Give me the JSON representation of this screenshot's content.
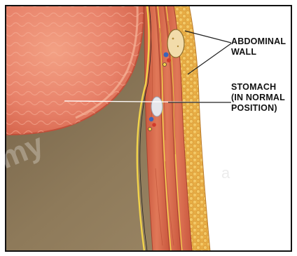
{
  "colors": {
    "frame": "#111111",
    "background": "#ffffff",
    "cavity": "#8f7a5b",
    "stomach_fill": "#e8826a",
    "stomach_edge": "#c9543f",
    "muscle": "#d96a4e",
    "fat": "#e9b24a",
    "nerve_yellow": "#f2d44b",
    "leader_line": "#ffffff"
  },
  "labels": {
    "abdominal_wall": [
      "ABDOMINAL",
      "WALL"
    ],
    "stomach": [
      "STOMACH",
      "(IN NORMAL",
      "POSITION)"
    ]
  },
  "icons": {
    "stomach": "stomach-illustration",
    "abdominal_wall": "abdominal-wall-illustration",
    "vessels": "blood-vessel-icon"
  },
  "watermark": {
    "main": "my",
    "corner": "a"
  }
}
